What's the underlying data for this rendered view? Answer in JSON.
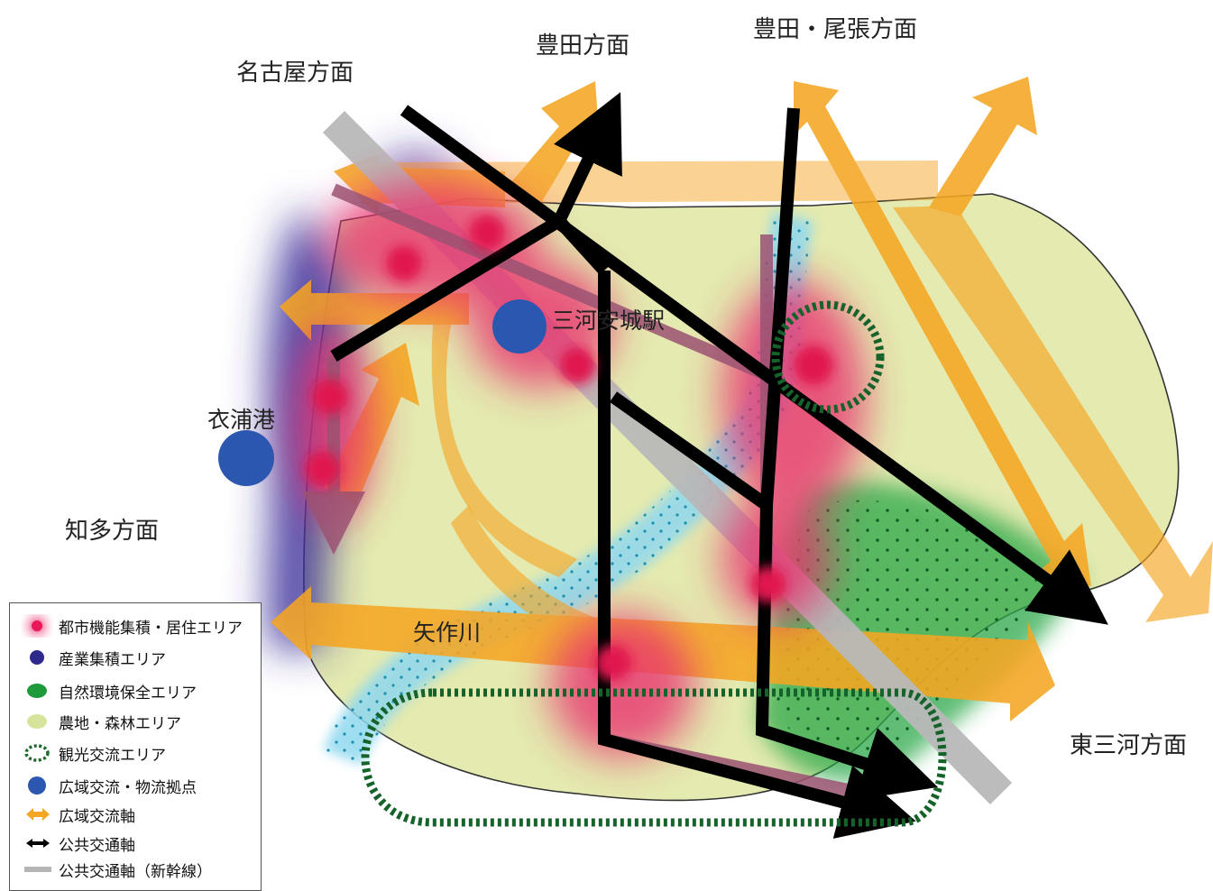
{
  "directions": {
    "nagoya": "名古屋方面",
    "toyota": "豊田方面",
    "toyota_owari": "豊田・尾張方面",
    "chita": "知多方面",
    "higashi_mikawa": "東三河方面"
  },
  "places": {
    "station": "三河安城駅",
    "port": "衣浦港",
    "river": "矢作川"
  },
  "legend": {
    "items": [
      {
        "label": "都市機能集積・居住エリア",
        "icon": "urban-area-icon",
        "color": "#e8185a"
      },
      {
        "label": "産業集積エリア",
        "icon": "industrial-area-icon",
        "color": "#2e2a8c"
      },
      {
        "label": "自然環境保全エリア",
        "icon": "nature-area-icon",
        "color": "#1f9a3a"
      },
      {
        "label": "農地・森林エリア",
        "icon": "farm-forest-area-icon",
        "color": "#d6e39a"
      },
      {
        "label": "観光交流エリア",
        "icon": "tourism-area-icon",
        "color": "#1d6b2e"
      },
      {
        "label": "広域交流・物流拠点",
        "icon": "logistics-hub-icon",
        "color": "#2b57b0"
      },
      {
        "label": "広域交流軸",
        "icon": "wide-axis-icon",
        "color": "#f5a623"
      },
      {
        "label": "公共交通軸",
        "icon": "public-transport-axis-icon",
        "color": "#000000"
      },
      {
        "label": "公共交通軸（新幹線）",
        "icon": "shinkansen-axis-icon",
        "color": "#b5b5b5"
      }
    ]
  }
}
